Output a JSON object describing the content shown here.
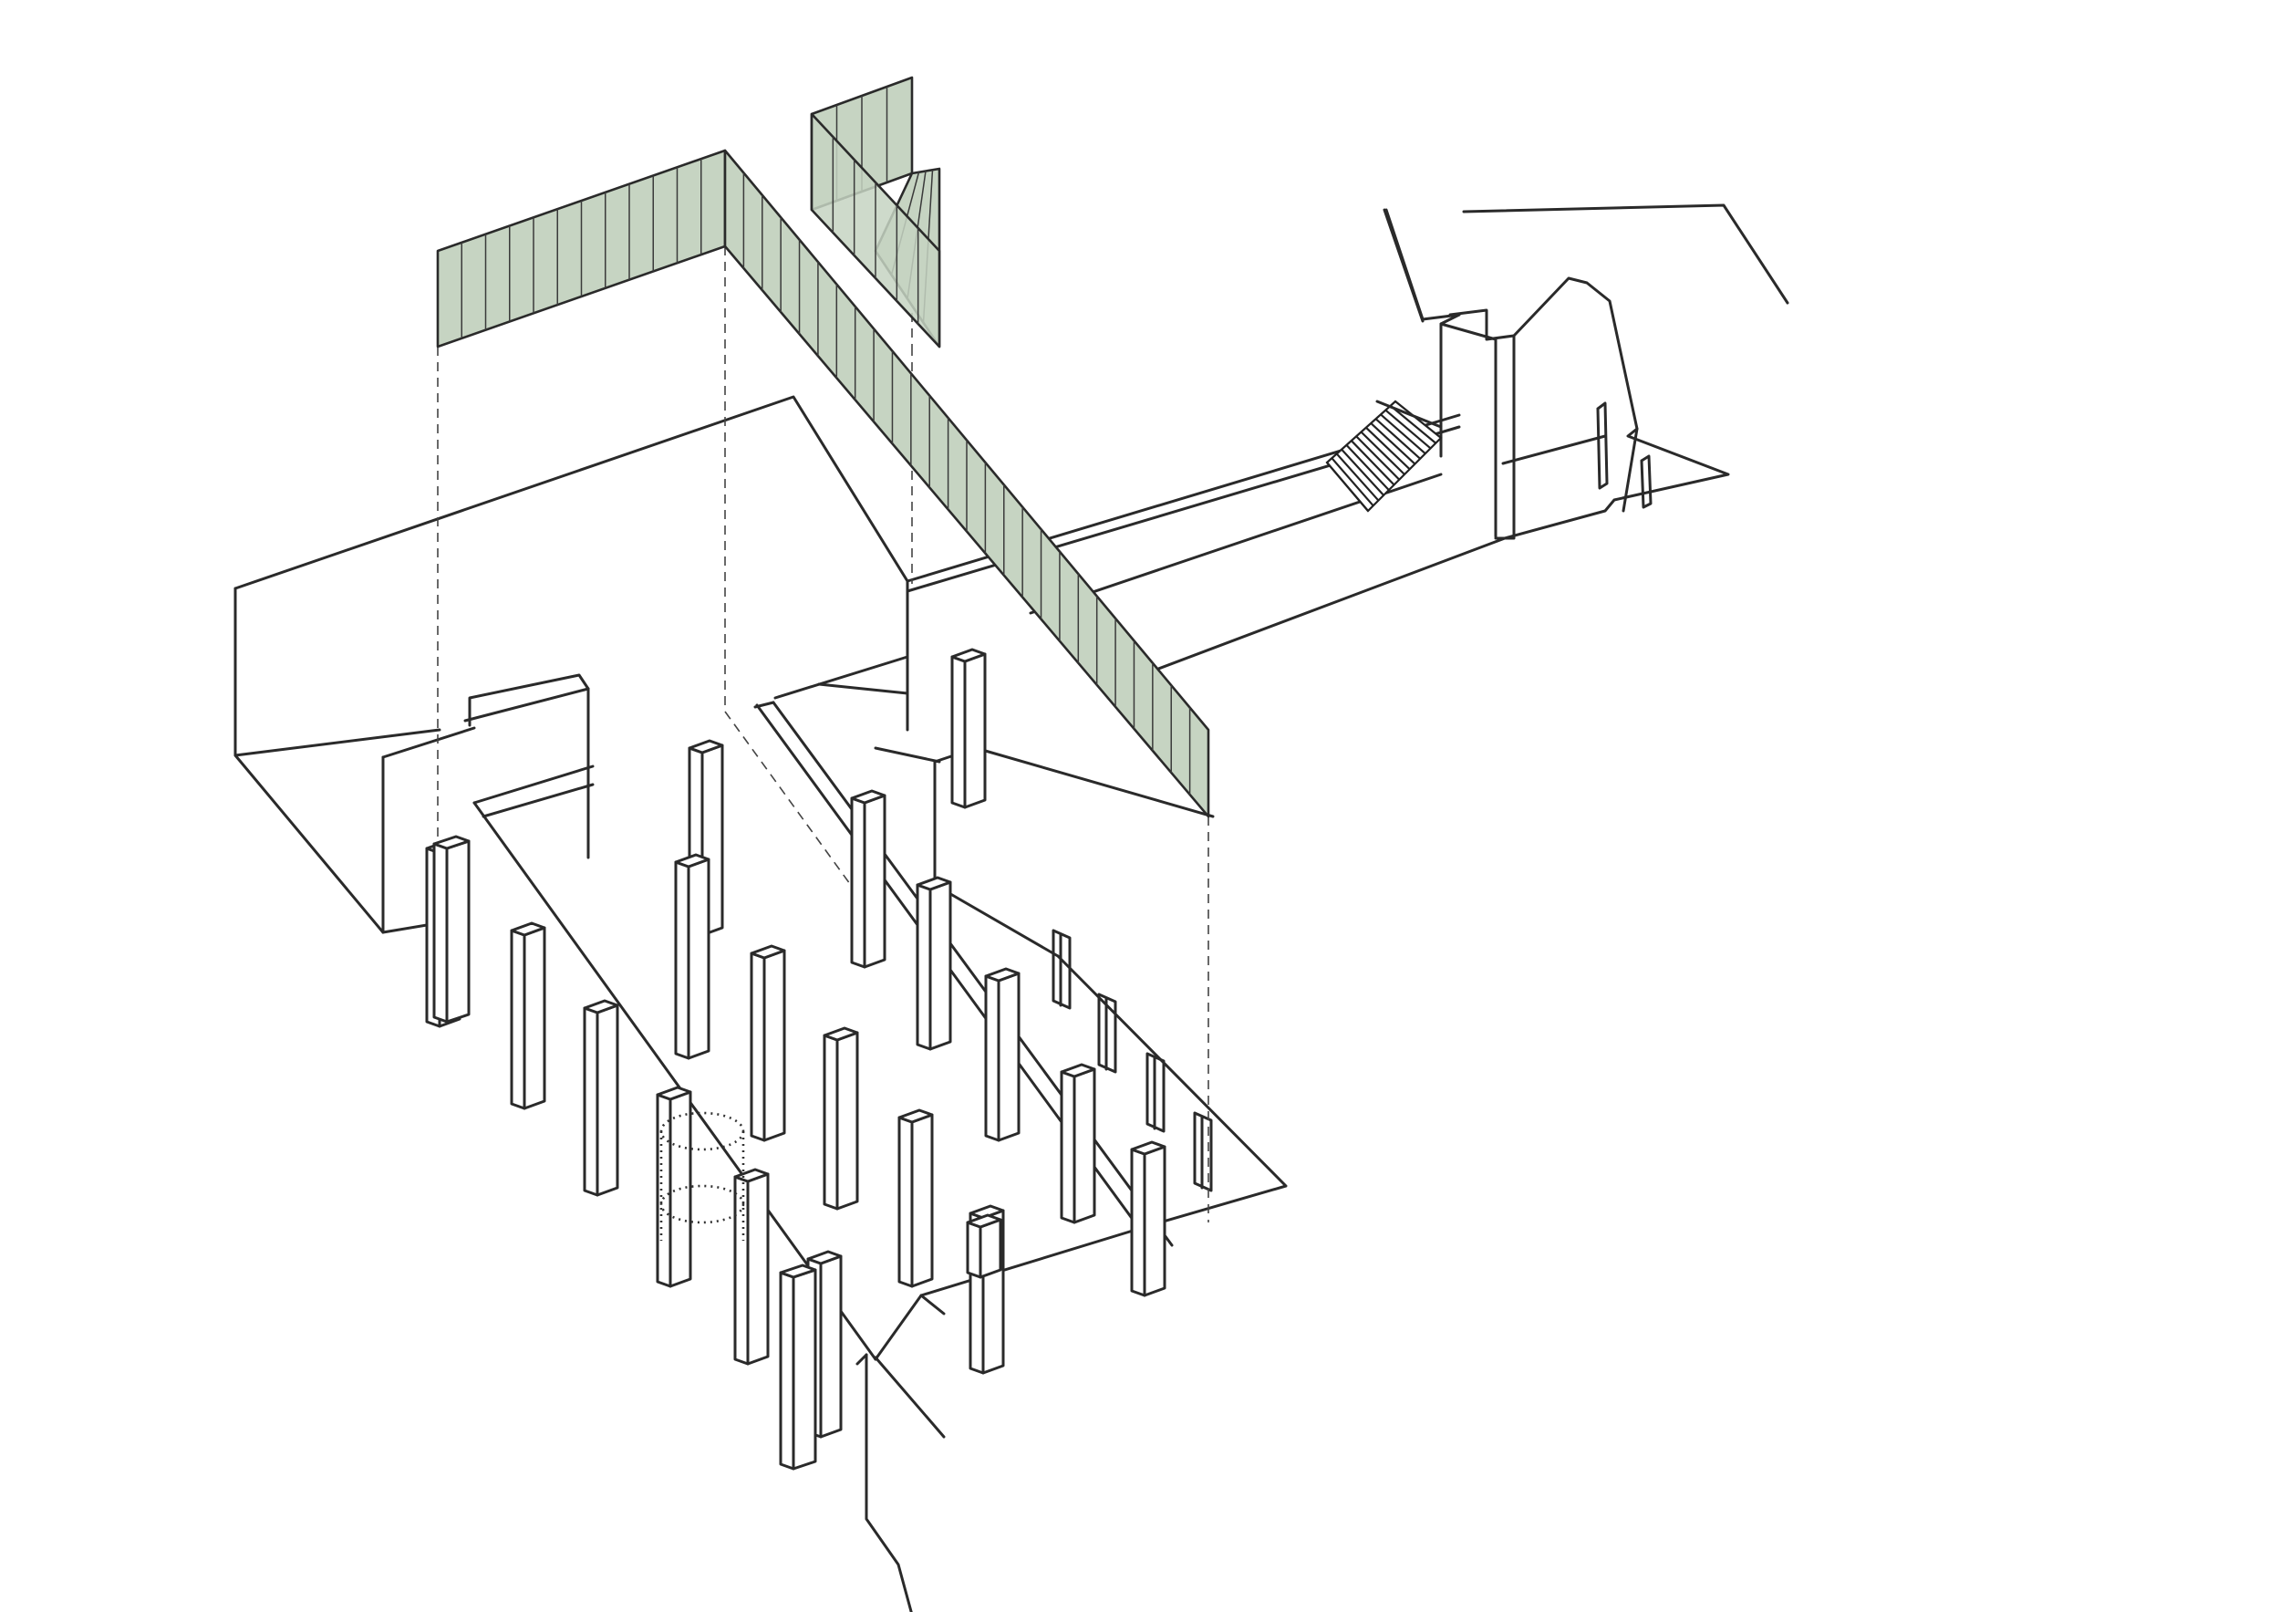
{
  "drawing": {
    "kind": "axonometric-sketch",
    "colors": {
      "ink": "#2a2a2a",
      "screen_fill": "#c6d4c2",
      "background": "#ffffff"
    },
    "columns_in_hall": 22,
    "screen_panels": 3,
    "stairs": 1
  }
}
